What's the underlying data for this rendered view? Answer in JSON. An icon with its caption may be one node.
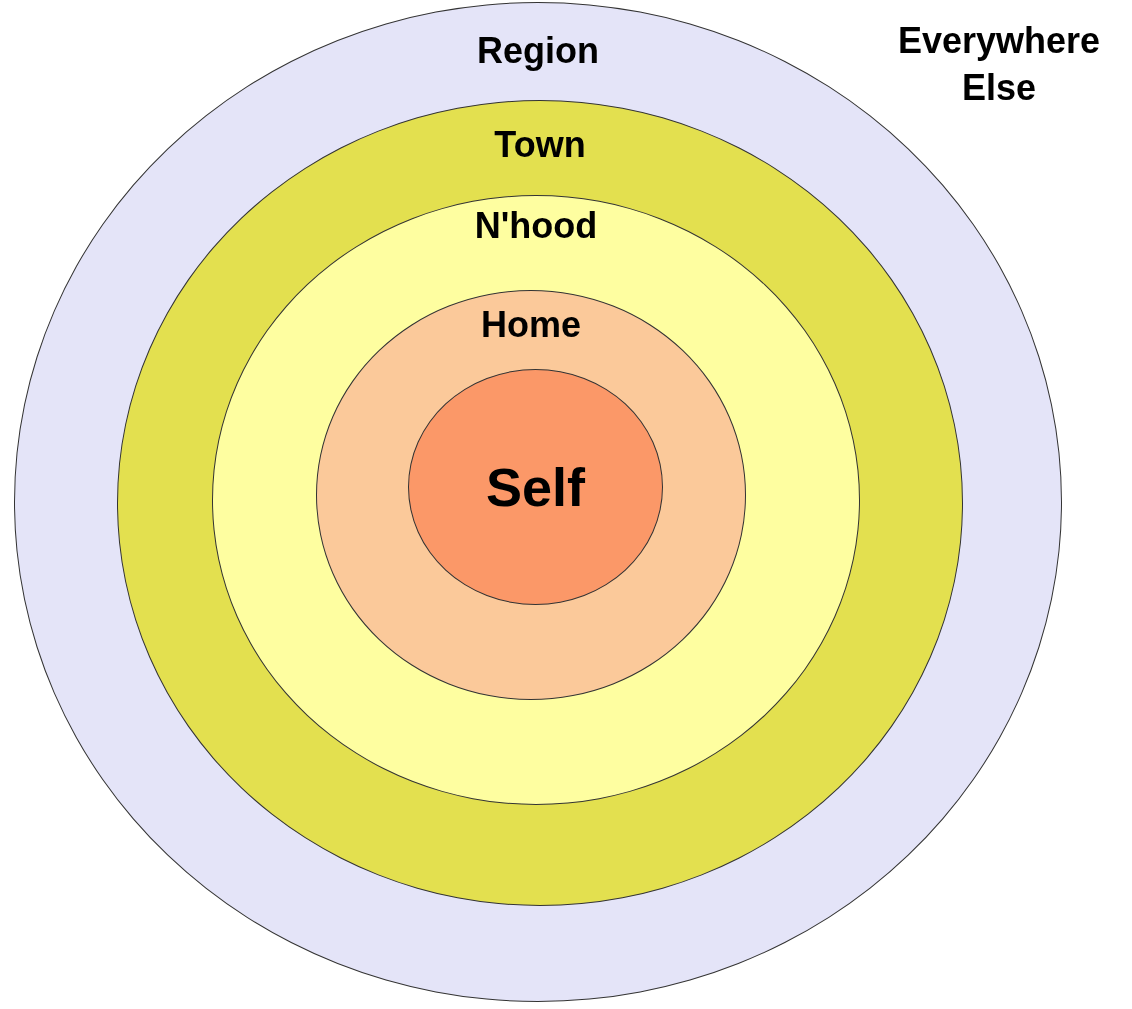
{
  "diagram": {
    "nodes": [
      {
        "text": [
          "Region"
        ]
      },
      {
        "text": [
          "Town"
        ],
        "in": 0
      },
      {
        "text": [
          "N'hood"
        ],
        "in": 1
      },
      {
        "text": [
          "Home"
        ],
        "in": 2
      },
      {
        "text": [
          "Self"
        ],
        "in": 3
      }
    ],
    "labels": [
      "Everywhere Else"
    ]
  }
}
